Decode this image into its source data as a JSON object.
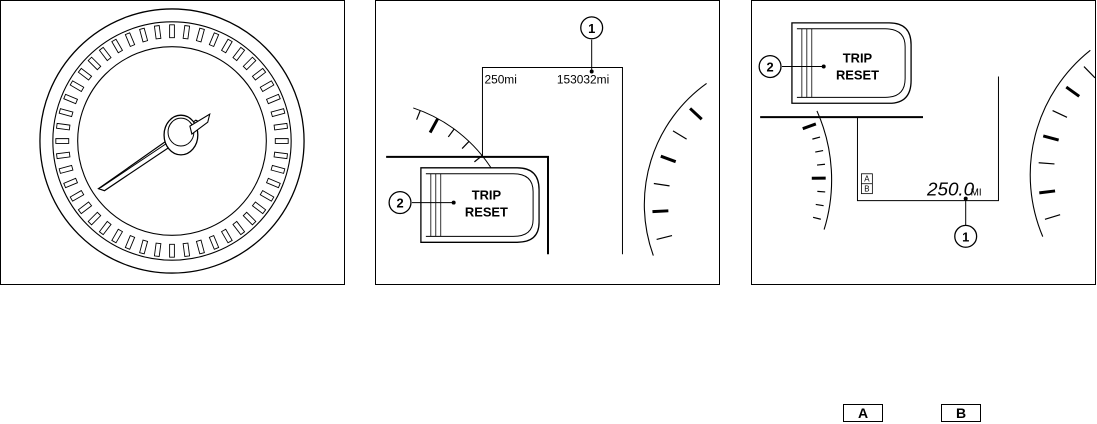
{
  "panel_2": {
    "trip_reading": "250mi",
    "odometer_reading": "153032mi",
    "button_line_1": "TRIP",
    "button_line_2": "RESET",
    "callout_1": "1",
    "callout_2": "2"
  },
  "panel_3": {
    "ab_top": "A",
    "ab_bottom": "B",
    "trip_value": "250.0",
    "trip_unit": "MI",
    "button_line_1": "TRIP",
    "button_line_2": "RESET",
    "callout_1": "1",
    "callout_2": "2"
  },
  "keys": {
    "a": "A",
    "b": "B"
  }
}
